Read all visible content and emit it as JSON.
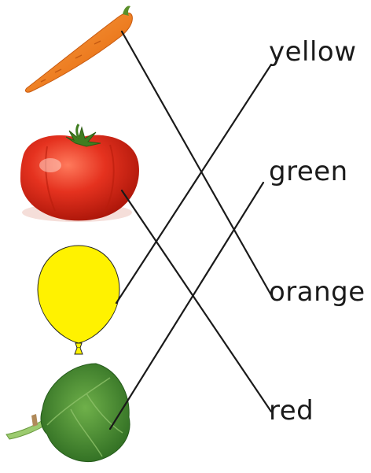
{
  "worksheet": {
    "pictures": [
      {
        "name": "carrot-picture"
      },
      {
        "name": "tomato-picture"
      },
      {
        "name": "balloon-picture"
      },
      {
        "name": "leaf-picture"
      }
    ],
    "words": {
      "yellow": "yellow",
      "green": "green",
      "orange": "orange",
      "red": "red"
    },
    "matches": [
      {
        "picture": "carrot",
        "word": "orange"
      },
      {
        "picture": "tomato",
        "word": "red"
      },
      {
        "picture": "balloon",
        "word": "yellow"
      },
      {
        "picture": "leaf",
        "word": "green"
      }
    ]
  },
  "colors": {
    "carrot": "#f07d22",
    "tomato": "#e0301e",
    "balloon": "#fff200",
    "leaf": "#3f8a2c",
    "line": "#1a1a1a"
  }
}
